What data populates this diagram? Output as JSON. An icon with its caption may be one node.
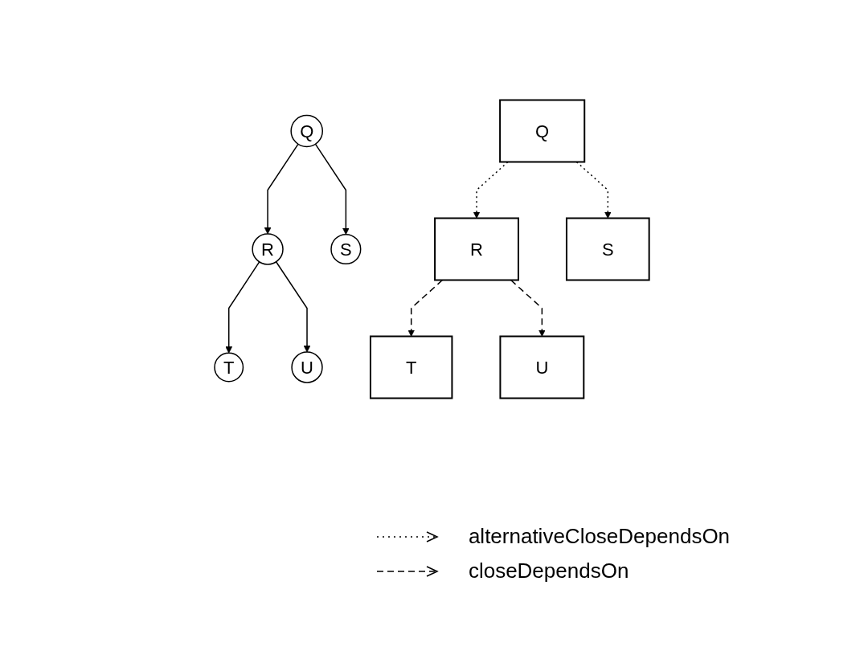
{
  "diagram": {
    "nodes": [
      {
        "text": [
          "Q"
        ]
      },
      {
        "text": [
          "R"
        ]
      },
      {
        "text": [
          "S"
        ]
      },
      {
        "text": [
          "T"
        ]
      },
      {
        "text": [
          "U"
        ]
      },
      {
        "text": [
          "Q"
        ]
      },
      {
        "text": [
          "R"
        ]
      },
      {
        "text": [
          "S"
        ]
      },
      {
        "text": [
          "T"
        ]
      },
      {
        "text": [
          "U"
        ]
      }
    ],
    "edges": [
      {
        "from": 0,
        "to": 1,
        "arrow": "to"
      },
      {
        "from": 0,
        "to": 2,
        "arrow": "to"
      },
      {
        "from": 1,
        "to": 3,
        "arrow": "to"
      },
      {
        "from": 1,
        "to": 4,
        "arrow": "to"
      },
      {
        "from": 5,
        "to": 6,
        "arrow": "to",
        "style": "dashed"
      },
      {
        "from": 5,
        "to": 7,
        "arrow": "to",
        "style": "dashed"
      },
      {
        "from": 6,
        "to": 8,
        "arrow": "to",
        "style": "dashed"
      },
      {
        "from": 6,
        "to": 9,
        "arrow": "to",
        "style": "dashed"
      }
    ],
    "legend": [
      {
        "text": "alternativeCloseDependsOn"
      },
      {
        "text": "closeDependsOn"
      }
    ]
  }
}
